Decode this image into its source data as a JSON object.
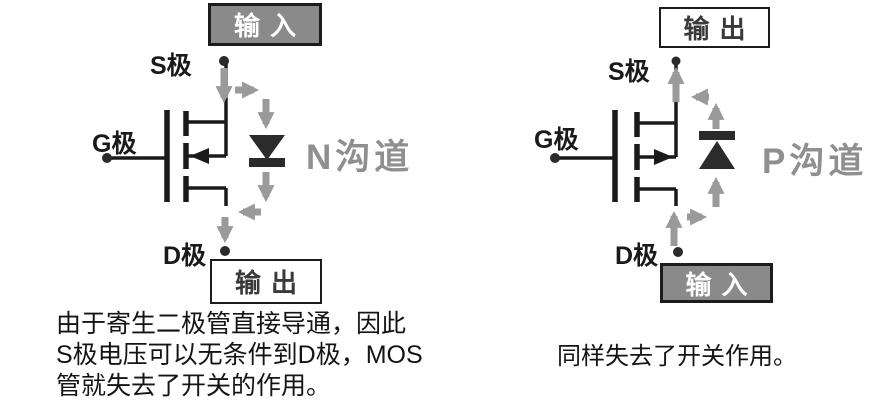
{
  "colors": {
    "background": "#ffffff",
    "wire": "#1a1a1a",
    "flow_arrow": "#9a9a9a",
    "diode_fill": "#2b2b2b",
    "channel_title_gray": "#8f8f8f",
    "input_box_fill": "#8a8a8a",
    "input_box_text": "#ffffff",
    "output_box_fill": "#ffffff"
  },
  "left_diagram": {
    "top_box_label": "输入",
    "bottom_box_label": "输出",
    "source_label": "S极",
    "gate_label": "G极",
    "drain_label": "D极",
    "channel_label": "N沟道",
    "caption": "由于寄生二极管直接导通，因此\nS极电压可以无条件到D极，MOS\n管就失去了开关的作用。"
  },
  "right_diagram": {
    "top_box_label": "输出",
    "bottom_box_label": "输入",
    "source_label": "S极",
    "gate_label": "G极",
    "drain_label": "D极",
    "channel_label": "P沟道",
    "caption": "同样失去了开关作用。"
  }
}
